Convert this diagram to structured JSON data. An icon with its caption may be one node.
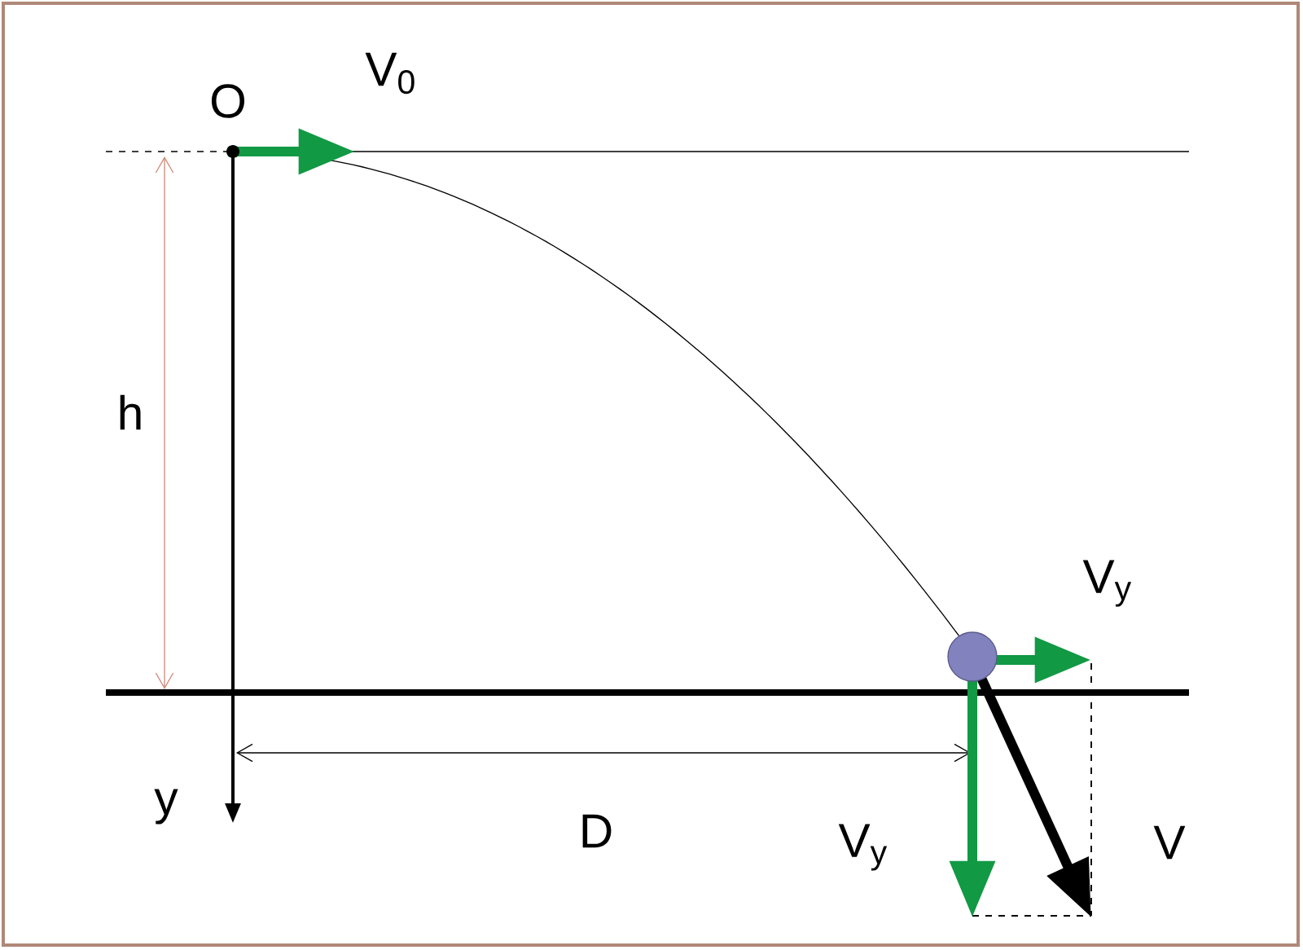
{
  "diagram": {
    "labels": [
      "O",
      "V$_{0}$",
      "h",
      "V$_{y}$",
      "y",
      "D",
      "V$_{y}$",
      "V"
    ]
  }
}
